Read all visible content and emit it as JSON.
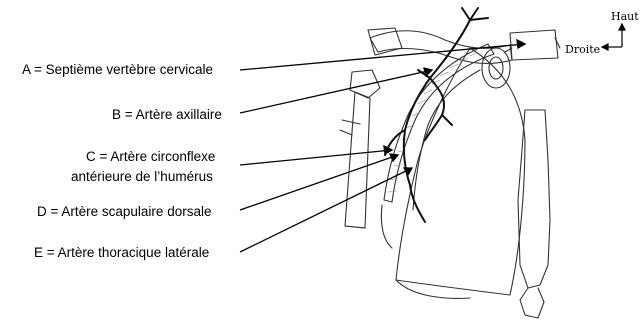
{
  "labels": {
    "a": "A = Septième vertèbre cervicale",
    "b": "B = Artère axillaire",
    "c_line1": "C = Artère circonflexe",
    "c_line2": "antérieure de l’humérus",
    "d": "D = Artère scapulaire dorsale",
    "e": "E = Artère thoracique latérale"
  },
  "orientation": {
    "up": "Haut",
    "right": "Droite"
  }
}
